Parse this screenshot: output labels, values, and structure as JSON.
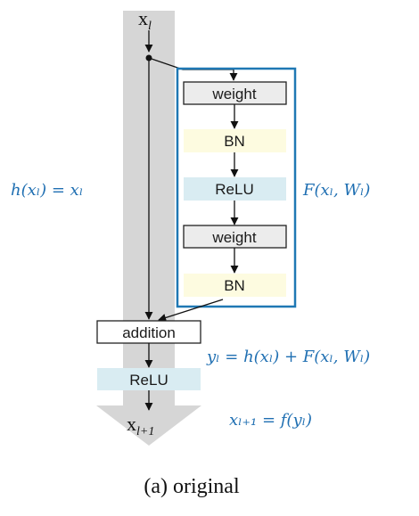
{
  "input_var": "x",
  "input_sub": "l",
  "output_var": "x",
  "output_sub": "l+1",
  "residual_branch": {
    "blocks": [
      "weight",
      "BN",
      "ReLU",
      "weight",
      "BN"
    ]
  },
  "addition_label": "addition",
  "post_relu_label": "ReLU",
  "equations": {
    "identity": "h(xₗ) = xₗ",
    "residual": "F(xₗ, Wₗ)",
    "sum": "yₗ = h(xₗ) + F(xₗ, Wₗ)",
    "next": "xₗ₊₁ = f(yₗ)"
  },
  "caption": "(a) original",
  "colors": {
    "highway": "#d6d6d6",
    "branch_border": "#1f78b4",
    "bn_fill": "#fdfbe0",
    "relu_fill": "#d9ecf2",
    "weight_fill": "#ececec",
    "math_text": "#1f6fb2"
  }
}
